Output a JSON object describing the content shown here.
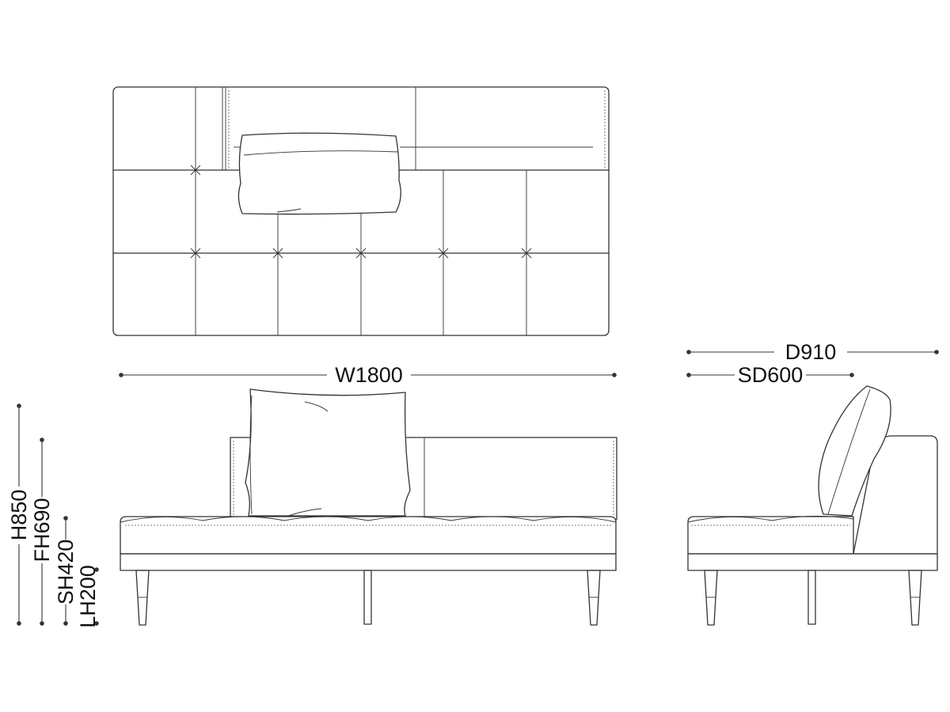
{
  "dimensions": {
    "width": "W1800",
    "depth": "D910",
    "seat_depth": "SD600",
    "height": "H850",
    "frame_height": "FH690",
    "seat_height": "SH420",
    "leg_height": "LH200"
  }
}
